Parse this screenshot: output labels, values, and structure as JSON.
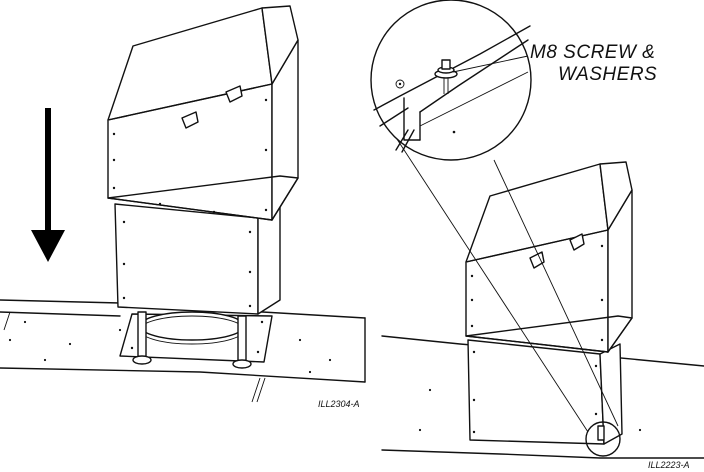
{
  "figure_left": {
    "reference": "ILL2304-A"
  },
  "figure_right": {
    "callout": {
      "line1": "M8 SCREW &",
      "line2": "WASHERS"
    },
    "reference": "ILL2223-A"
  },
  "colors": {
    "line": "#111111",
    "background": "#ffffff",
    "arrow": "#000000"
  }
}
